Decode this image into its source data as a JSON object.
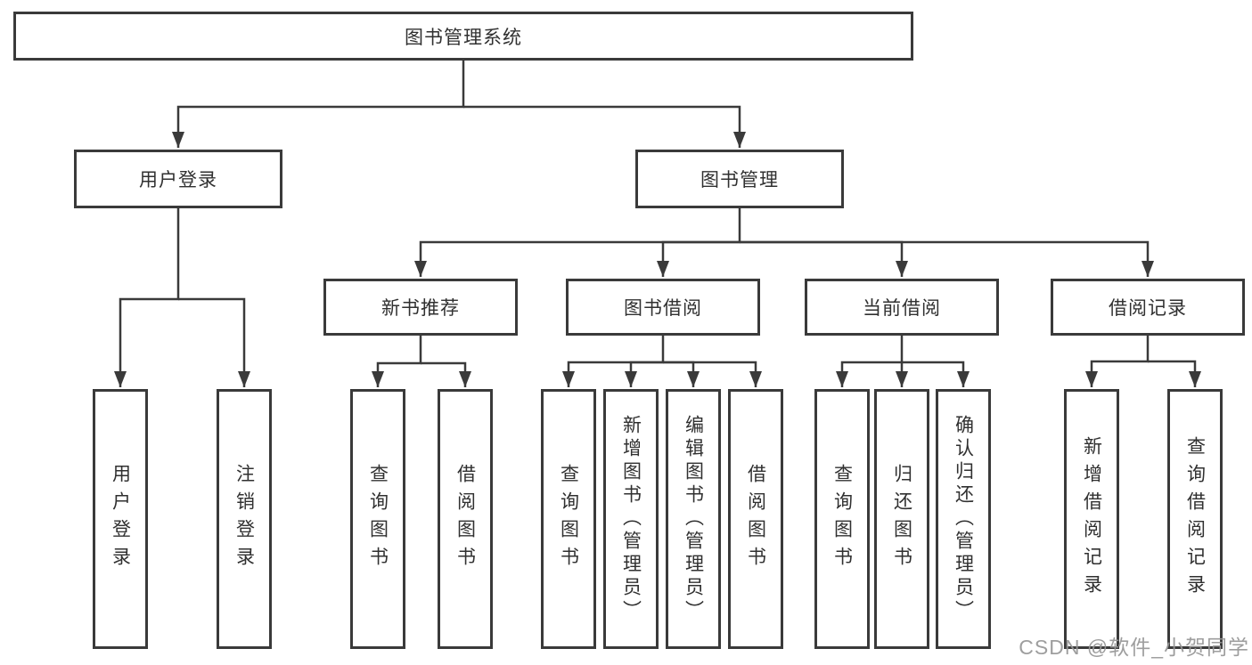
{
  "nodes": {
    "root": {
      "label": "图书管理系统"
    },
    "user_login": {
      "label": "用户登录"
    },
    "book_mgmt": {
      "label": "图书管理"
    },
    "new_book_rec": {
      "label": "新书推荐"
    },
    "book_borrow": {
      "label": "图书借阅"
    },
    "current_borrow": {
      "label": "当前借阅"
    },
    "borrow_records": {
      "label": "借阅记录"
    },
    "leaf_user_login": {
      "label": "用户登录"
    },
    "leaf_logout": {
      "label": "注销登录"
    },
    "leaf_query_book_1": {
      "label": "查询图书"
    },
    "leaf_borrow_book_1": {
      "label": "借阅图书"
    },
    "leaf_query_book_2": {
      "label": "查询图书"
    },
    "leaf_add_book": {
      "label": "新增图书（管理员）"
    },
    "leaf_edit_book": {
      "label": "编辑图书（管理员）"
    },
    "leaf_borrow_book_2": {
      "label": "借阅图书"
    },
    "leaf_query_book_3": {
      "label": "查询图书"
    },
    "leaf_return_book": {
      "label": "归还图书"
    },
    "leaf_confirm_return": {
      "label": "确认归还（管理员）"
    },
    "leaf_add_record": {
      "label": "新增借阅记录"
    },
    "leaf_query_record": {
      "label": "查询借阅记录"
    }
  },
  "hierarchy": {
    "root": [
      "user_login",
      "book_mgmt"
    ],
    "user_login": [
      "leaf_user_login",
      "leaf_logout"
    ],
    "book_mgmt": [
      "new_book_rec",
      "book_borrow",
      "current_borrow",
      "borrow_records"
    ],
    "new_book_rec": [
      "leaf_query_book_1",
      "leaf_borrow_book_1"
    ],
    "book_borrow": [
      "leaf_query_book_2",
      "leaf_add_book",
      "leaf_edit_book",
      "leaf_borrow_book_2"
    ],
    "current_borrow": [
      "leaf_query_book_3",
      "leaf_return_book",
      "leaf_confirm_return"
    ],
    "borrow_records": [
      "leaf_add_record",
      "leaf_query_record"
    ]
  },
  "watermark": {
    "text": "CSDN @软件_小贺同学"
  },
  "colors": {
    "line": "#3a3a3a",
    "box_border": "#3a3a3a",
    "box_fill": "#ffffff",
    "text": "#303030",
    "background": "#ffffff",
    "watermark": "#969696"
  }
}
